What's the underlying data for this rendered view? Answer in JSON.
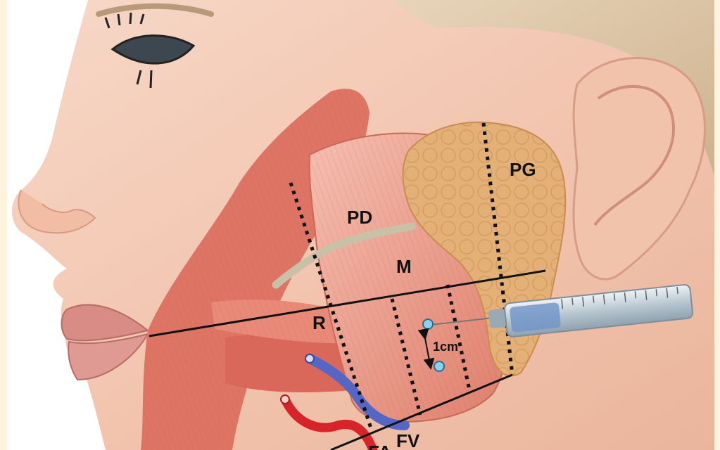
{
  "labels": {
    "pd": "PD",
    "pg": "PG",
    "m": "M",
    "r": "R",
    "fv": "FV",
    "fa_partial": "FA",
    "distance": "1cm"
  },
  "colors": {
    "background_frame": "#fdf3df",
    "skin": "#f4c9b4",
    "muscle": "#d9705f",
    "masseter": "#eea391",
    "parotid_gland": "#e0ad6f",
    "duct": "#c9c0a8",
    "vein": "#5566c4",
    "artery": "#d6242a",
    "injection_point": "#8fd0ea",
    "line": "#111111"
  },
  "icons": {
    "syringe": "syringe-icon"
  }
}
